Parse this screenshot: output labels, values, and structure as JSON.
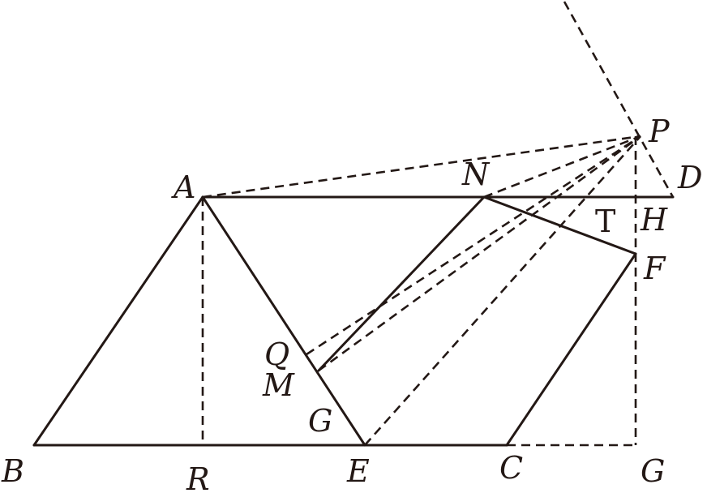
{
  "diagram": {
    "stroke_color": "#231815",
    "background": "#ffffff",
    "labels": {
      "A": "A",
      "B": "B",
      "C": "C",
      "D": "D",
      "E": "E",
      "F": "F",
      "G_side": "G",
      "G_bottom": "G",
      "H": "H",
      "M": "M",
      "N": "N",
      "P": "P",
      "Q": "Q",
      "R": "R",
      "T": "T"
    }
  }
}
